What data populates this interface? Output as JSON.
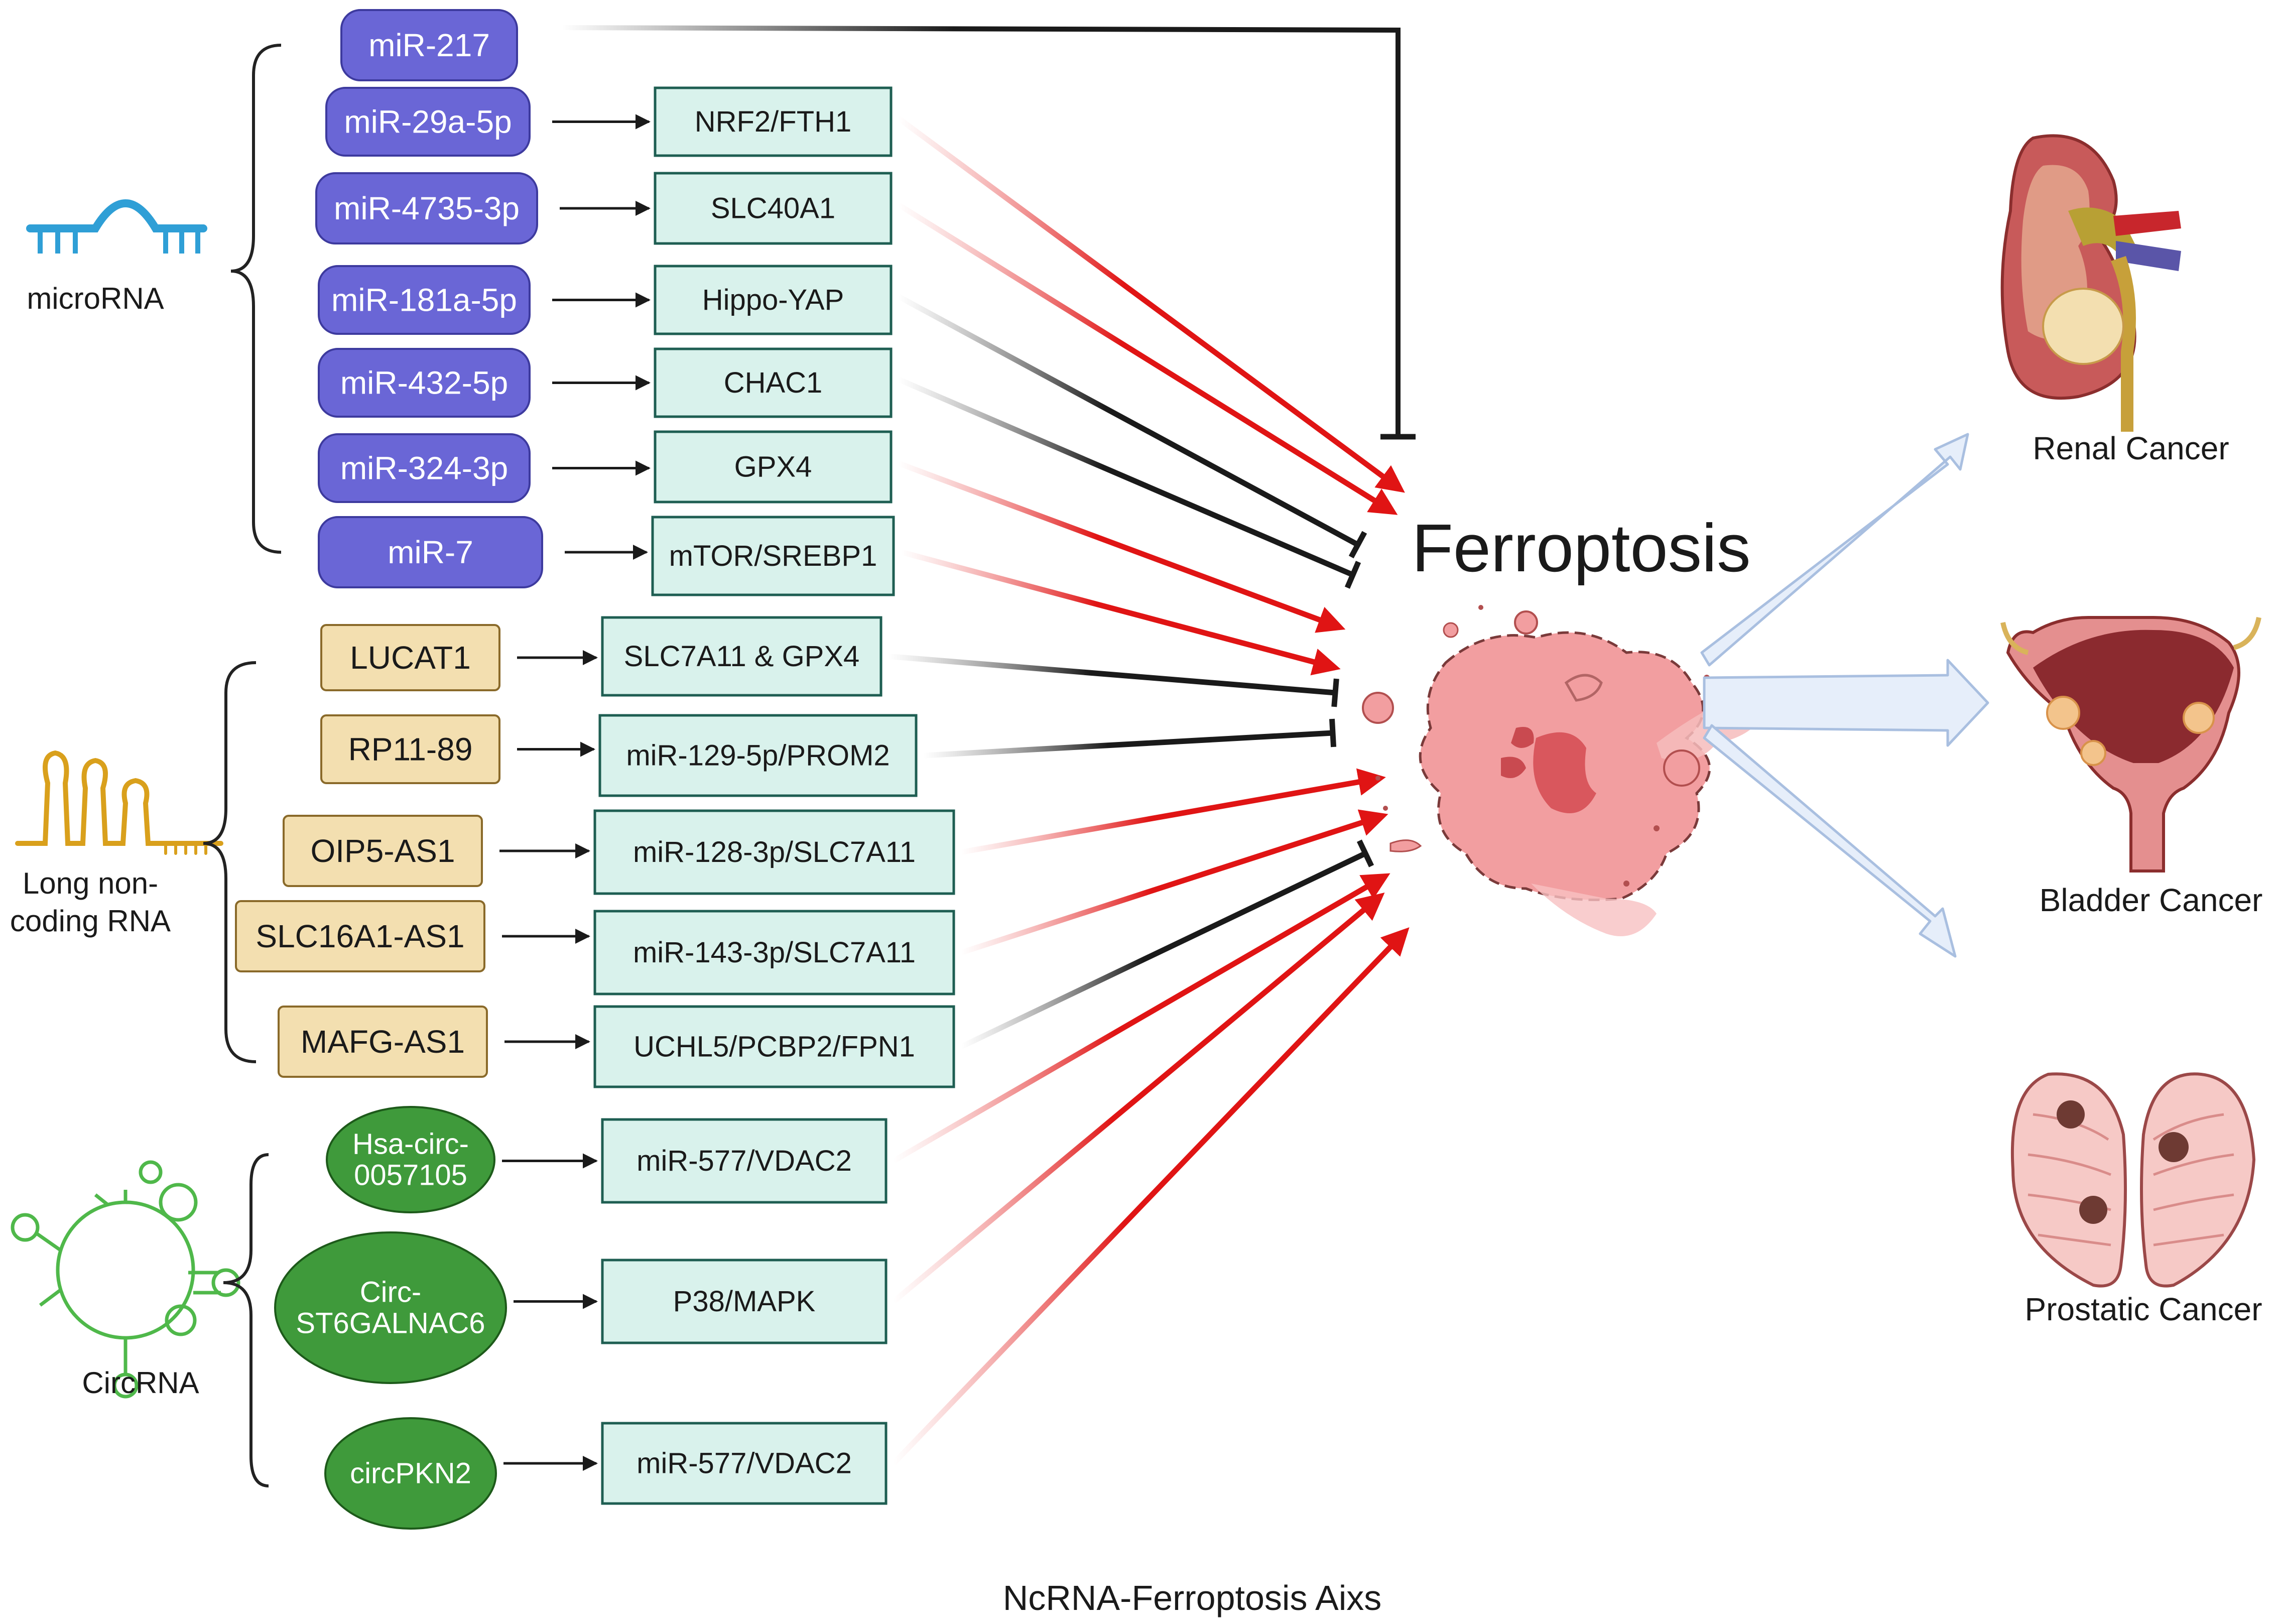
{
  "colors": {
    "mirna_box": "#6a66d6",
    "mirna_border": "#3d3a9e",
    "lncrna_box": "#f3dfb0",
    "lncrna_border": "#8a6a2a",
    "circrna_ellipse": "#3f9a3b",
    "circrna_border": "#1d5a1a",
    "target_box": "#d9f2ec",
    "target_border": "#1e5e52",
    "promote_arrow": "#e01414",
    "inhibit_line": "#1a1a1a",
    "outcome_arrow": "#e6eefa"
  },
  "categories": {
    "microrna": "microRNA",
    "lncrna_line1": "Long non-",
    "lncrna_line2": "coding RNA",
    "circrna": "CircRNA"
  },
  "center": {
    "title": "Ferroptosis"
  },
  "cancers": {
    "renal": "Renal Cancer",
    "bladder": "Bladder Cancer",
    "prostatic": "Prostatic Cancer"
  },
  "mirnas": [
    {
      "label": "miR-217",
      "target": "",
      "effect": "inhibit"
    },
    {
      "label": "miR-29a-5p",
      "target": "NRF2/FTH1",
      "effect": "promote"
    },
    {
      "label": "miR-4735-3p",
      "target": "SLC40A1",
      "effect": "promote"
    },
    {
      "label": "miR-181a-5p",
      "target": "Hippo-YAP",
      "effect": "inhibit"
    },
    {
      "label": "miR-432-5p",
      "target": "CHAC1",
      "effect": "inhibit"
    },
    {
      "label": "miR-324-3p",
      "target": "GPX4",
      "effect": "promote"
    },
    {
      "label": "miR-7",
      "target": "mTOR/SREBP1",
      "effect": "promote"
    }
  ],
  "lncrnas": [
    {
      "label": "LUCAT1",
      "target": "SLC7A11 & GPX4",
      "effect": "inhibit"
    },
    {
      "label": "RP11-89",
      "target": "miR-129-5p/PROM2",
      "effect": "inhibit"
    },
    {
      "label": "OIP5-AS1",
      "target": "miR-128-3p/SLC7A11",
      "effect": "promote"
    },
    {
      "label": "SLC16A1-AS1",
      "target": "miR-143-3p/SLC7A11",
      "effect": "promote"
    },
    {
      "label": "MAFG-AS1",
      "target": "UCHL5/PCBP2/FPN1",
      "effect": "inhibit"
    }
  ],
  "circrnas": [
    {
      "label_lines": [
        "Hsa-circ-",
        "0057105"
      ],
      "target": "miR-577/VDAC2",
      "effect": "promote"
    },
    {
      "label_lines": [
        "Circ-",
        "ST6GALNAC6"
      ],
      "target": "P38/MAPK",
      "effect": "promote"
    },
    {
      "label_lines": [
        "circPKN2"
      ],
      "target": "miR-577/VDAC2",
      "effect": "promote"
    }
  ],
  "footer": {
    "caption": "NcRNA-Ferroptosis Aixs"
  }
}
